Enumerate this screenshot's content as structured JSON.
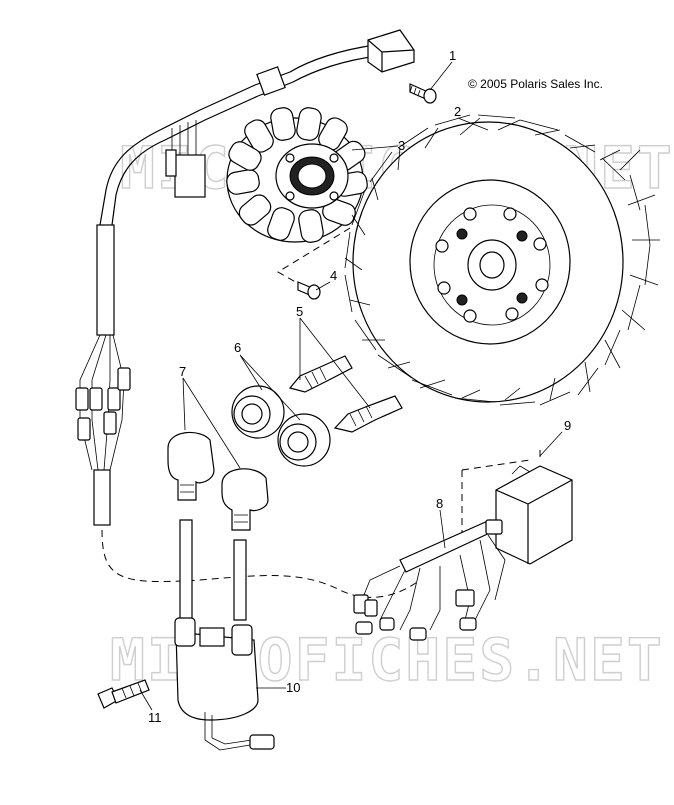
{
  "copyright": "© 2005 Polaris Sales Inc.",
  "watermark": "MICROFICHES.NET",
  "callouts": [
    "1",
    "2",
    "3",
    "4",
    "5",
    "6",
    "7",
    "8",
    "9",
    "10",
    "11"
  ],
  "parts": [
    "screw",
    "flywheel",
    "stator",
    "screw",
    "spark-plug",
    "spark-plug-cap",
    "boot",
    "wiring-harness",
    "cdi-box",
    "ignition-coil",
    "bolt"
  ]
}
